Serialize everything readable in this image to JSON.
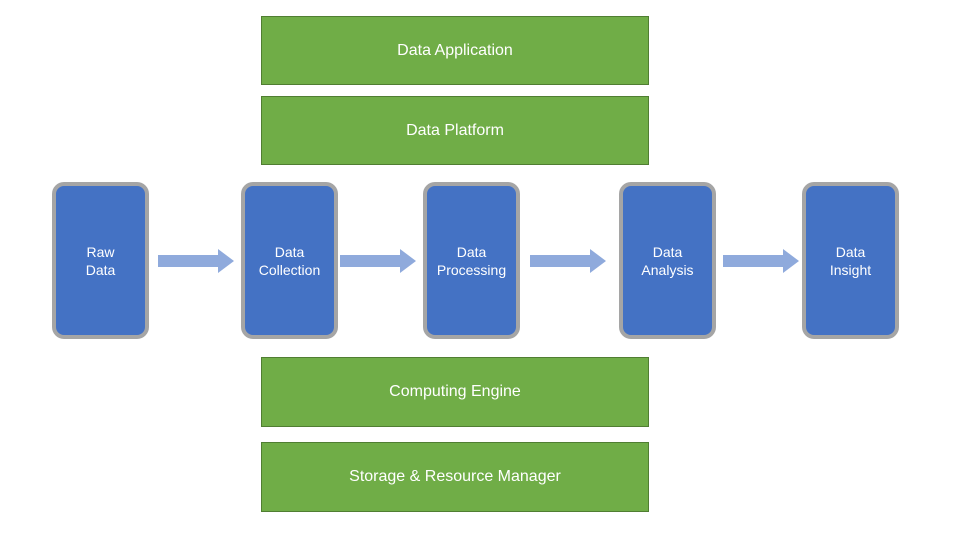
{
  "layers": {
    "data_application": "Data Application",
    "data_platform": "Data Platform",
    "computing_engine": "Computing Engine",
    "storage_resource_manager": "Storage & Resource Manager"
  },
  "stages": [
    {
      "line1": "Raw",
      "line2": "Data"
    },
    {
      "line1": "Data",
      "line2": "Collection"
    },
    {
      "line1": "Data",
      "line2": "Processing"
    },
    {
      "line1": "Data",
      "line2": "Analysis"
    },
    {
      "line1": "Data",
      "line2": "Insight"
    }
  ],
  "colors": {
    "layer_fill": "#70ad47",
    "stage_fill": "#4472c4",
    "stage_border": "#a5a5a5",
    "arrow": "#8faadc"
  }
}
